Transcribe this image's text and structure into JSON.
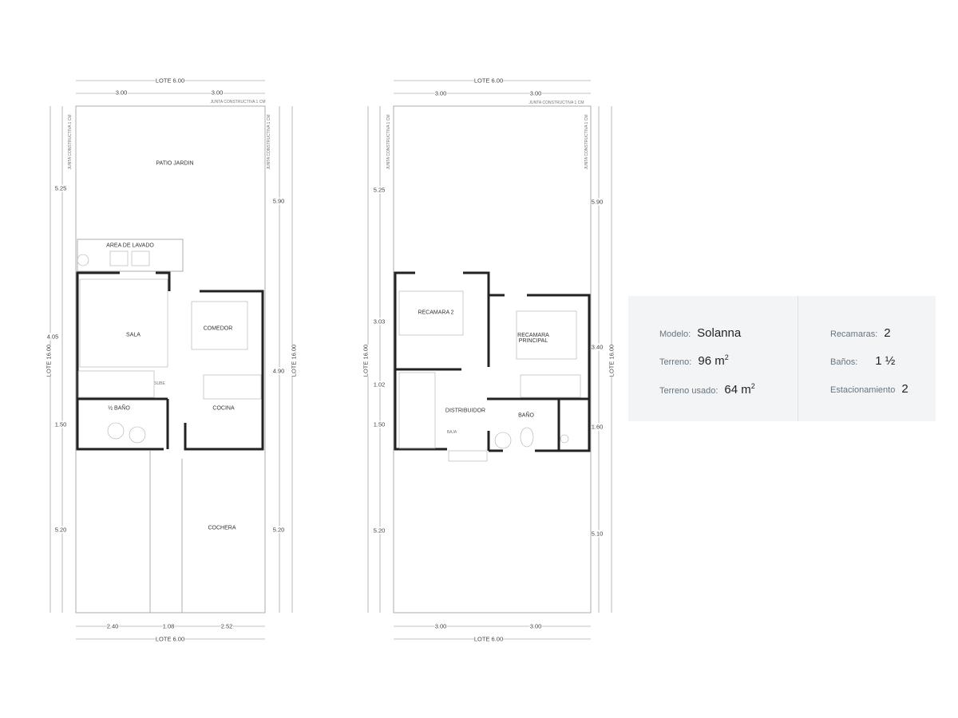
{
  "plan_ground": {
    "lot_width": "LOTE 6.00",
    "lot_length": "LOTE 16.00",
    "top_dims": [
      "3.00",
      "3.00"
    ],
    "joint": "JUNTA CONSTRUCTIVA 1 CM",
    "left_dims": [
      "5.25",
      "4.05",
      "1.50",
      "5.20"
    ],
    "right_dims": [
      "5.90",
      "4.90",
      "5.20"
    ],
    "bottom_dims": [
      "2.40",
      "1.08",
      "2.52"
    ],
    "rooms": {
      "patio": "PATIO JARDIN",
      "lavado": "AREA DE LAVADO",
      "sala": "SALA",
      "comedor": "COMEDOR",
      "sube": "SUBE",
      "medio_bano": "½ BAÑO",
      "cocina": "COCINA",
      "cochera": "COCHERA"
    }
  },
  "plan_upper": {
    "lot_width": "LOTE 6.00",
    "lot_length": "LOTE 16.00",
    "top_dims": [
      "3.00",
      "3.00"
    ],
    "joint": "JUNTA CONSTRUCTIVA 1 CM",
    "left_dims": [
      "5.25",
      "3.03",
      "1.02",
      "1.50",
      "5.20"
    ],
    "right_dims": [
      "5.90",
      "3.40",
      "1.60",
      "5.10"
    ],
    "bottom_dims": [
      "3.00",
      "3.00"
    ],
    "rooms": {
      "recamara2": "RECAMARA 2",
      "principal": "RECAMARA PRINCIPAL",
      "distribuidor": "DISTRIBUIDOR",
      "bano": "BAÑO",
      "baja": "BAJA"
    }
  },
  "info": {
    "modelo_label": "Modelo:",
    "modelo": "Solanna",
    "terreno_label": "Terreno:",
    "terreno": "96 m",
    "terreno_sup": "2",
    "usado_label": "Terreno usado:",
    "usado": "64 m",
    "usado_sup": "2",
    "recamaras_label": "Recamaras:",
    "recamaras": "2",
    "banos_label": "Baños:",
    "banos": "1 ½",
    "estac_label": "Estacionamiento",
    "estac": "2"
  }
}
